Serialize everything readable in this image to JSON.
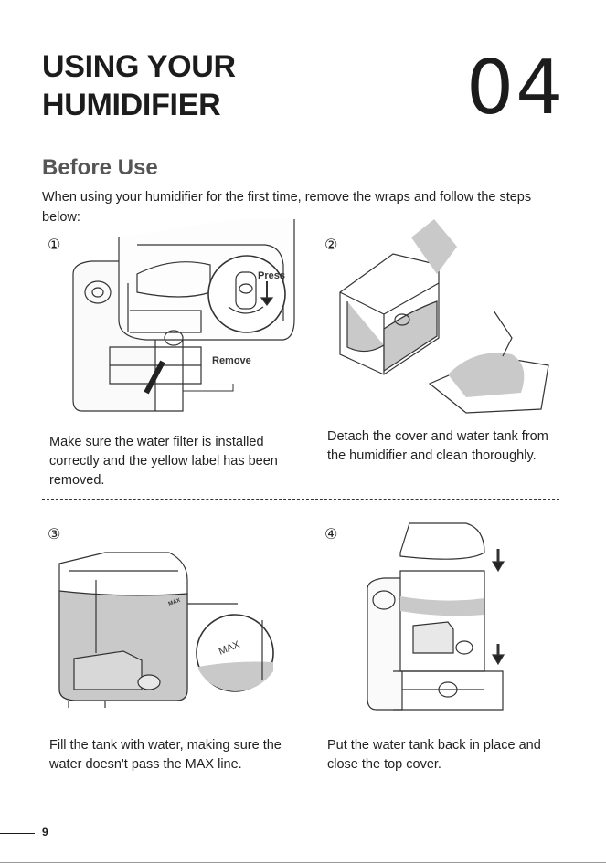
{
  "header": {
    "title_line1": "USING YOUR",
    "title_line2": "HUMIDIFIER",
    "chapter_number": "04"
  },
  "section": {
    "title": "Before Use",
    "intro": "When using your humidifier for the first time, remove the wraps and follow the steps below:"
  },
  "steps": [
    {
      "number": "①",
      "caption": "Make sure the water filter is installed correctly and the yellow label has been removed.",
      "labels": {
        "press": "Press",
        "remove": "Remove"
      }
    },
    {
      "number": "②",
      "caption": "Detach the cover and water tank from the humidifier and clean thoroughly."
    },
    {
      "number": "③",
      "caption": "Fill the tank with water, making sure the water doesn't pass the MAX line.",
      "labels": {
        "max_small": "MAX",
        "max_zoom": "MAX"
      }
    },
    {
      "number": "④",
      "caption": "Put the water tank back in place and close the top cover."
    }
  ],
  "footer": {
    "page_number": "9"
  },
  "colors": {
    "text": "#1a1a1a",
    "water": "#c9c9c9",
    "outline": "#333333"
  }
}
